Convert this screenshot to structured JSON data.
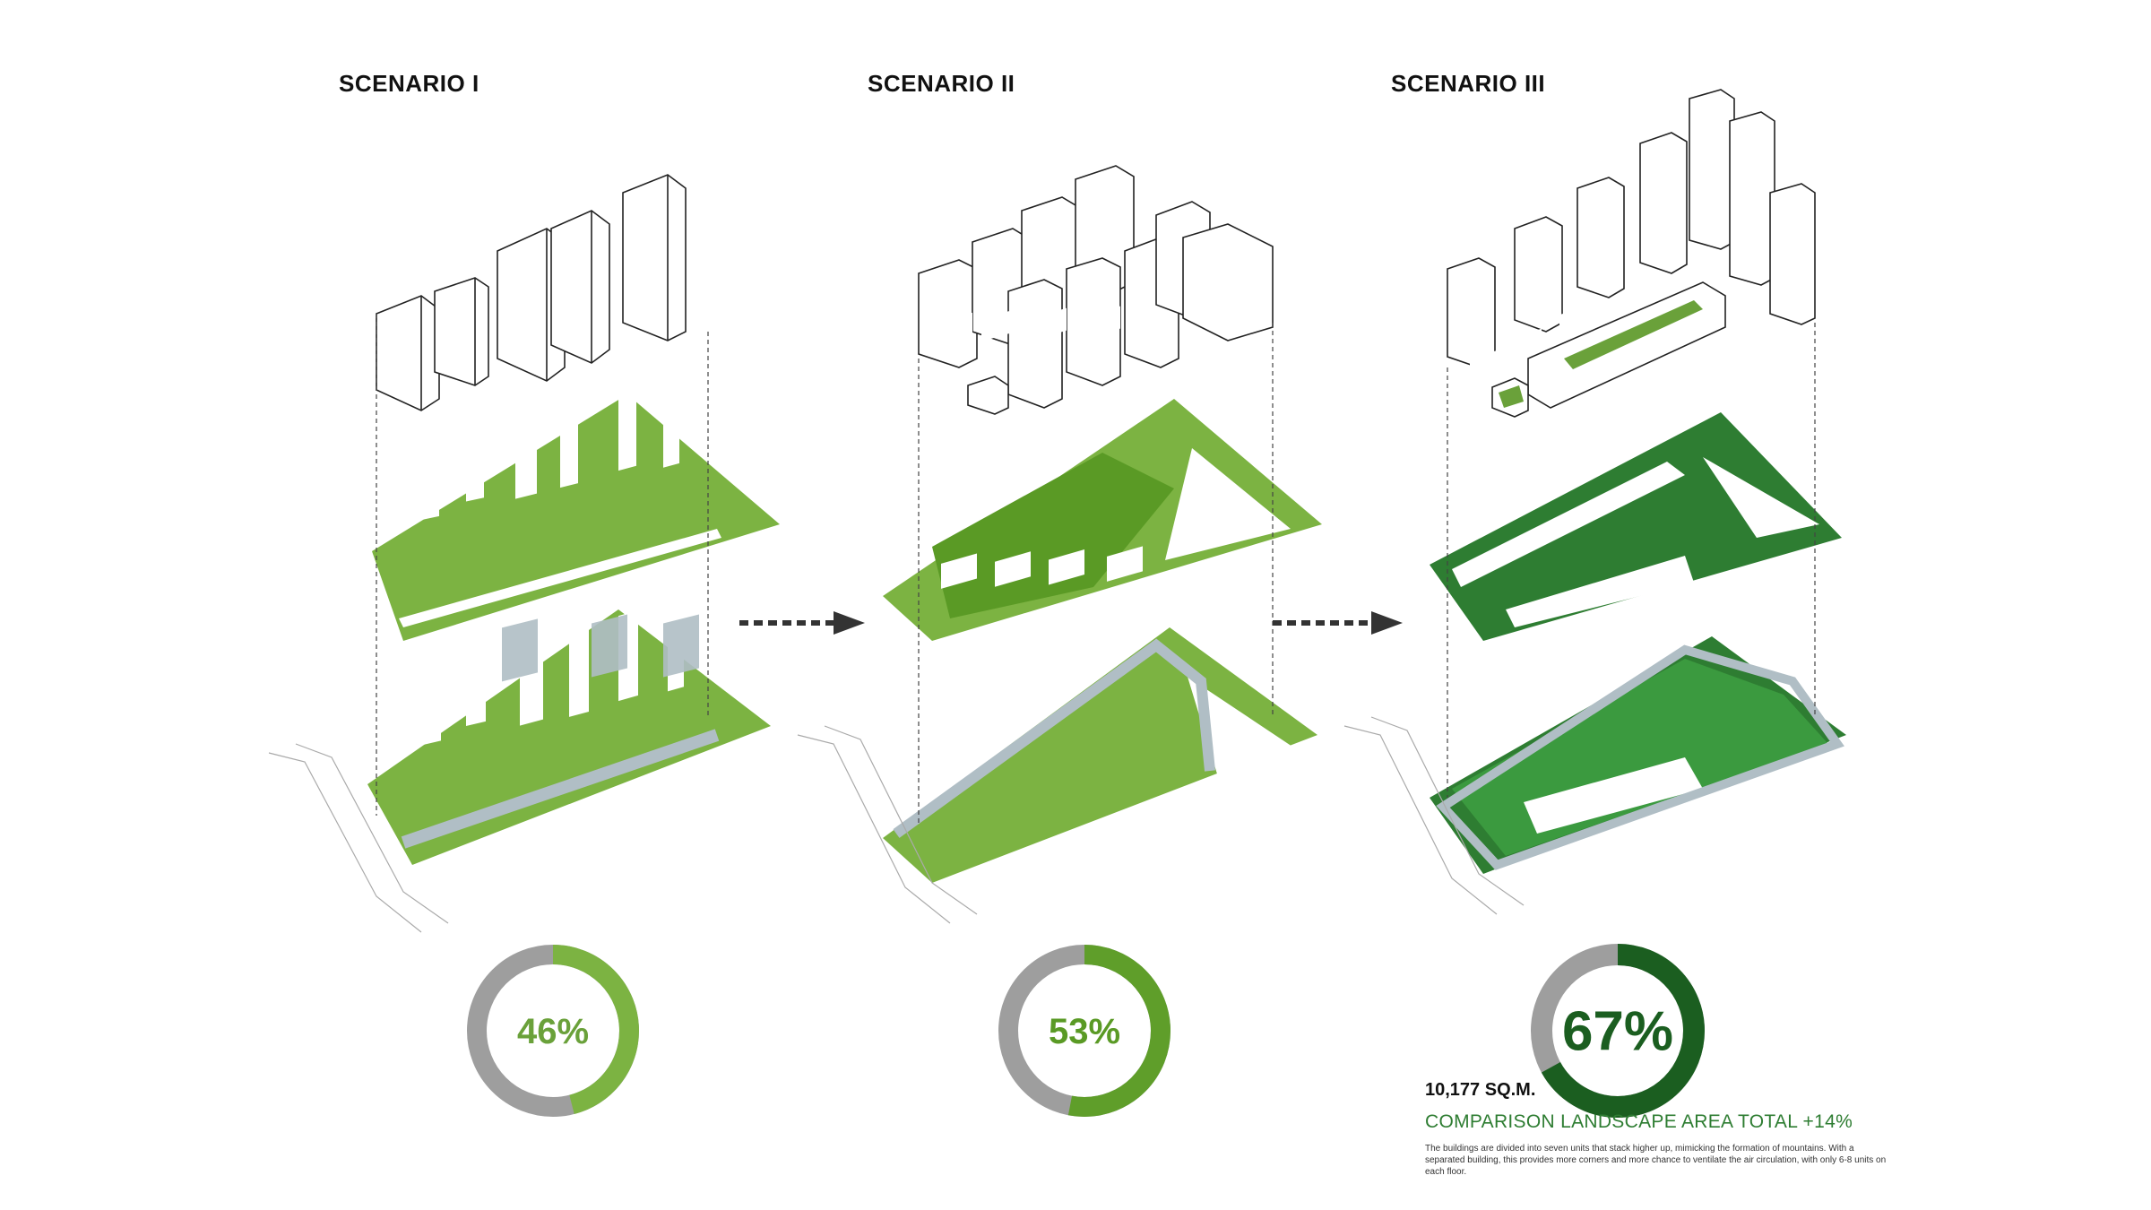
{
  "scenarios": [
    {
      "title": "SCENARIO I",
      "percent": 46,
      "percent_label": "46%",
      "ring_color": "#7cb342",
      "text_color": "#6aa13a"
    },
    {
      "title": "SCENARIO II",
      "percent": 53,
      "percent_label": "53%",
      "ring_color": "#5f9e2a",
      "text_color": "#5a9a25"
    },
    {
      "title": "SCENARIO III",
      "percent": 67,
      "percent_label": "67%",
      "ring_color": "#1b5e20",
      "text_color": "#1b5e20"
    }
  ],
  "ring_track_color": "#9e9e9e",
  "area_total": "10,177  SQ.M.",
  "comparison": "COMPARISON LANDSCAPE AREA TOTAL +14%",
  "description": "The buildings are divided into seven units that stack higher up, mimicking the formation of mountains. With a separated building, this provides more corners and more chance to ventilate the air circulation, with only 6-8 units on each floor."
}
